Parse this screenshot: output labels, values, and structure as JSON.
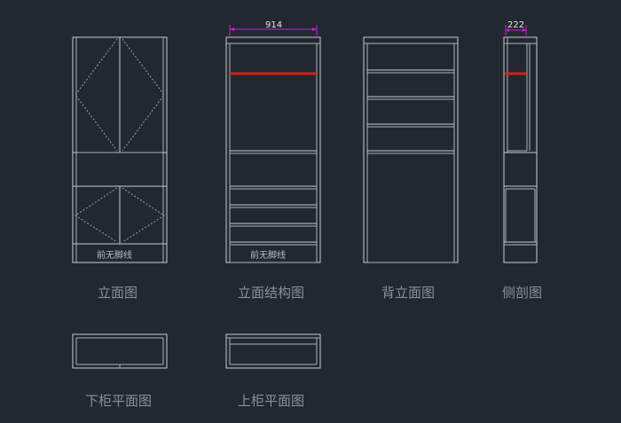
{
  "titles": {
    "front_elevation": "立面图",
    "front_structure": "立面结构图",
    "back_elevation": "背立面图",
    "side_section": "侧剖图",
    "lower_plan": "下柜平面图",
    "upper_plan": "上柜平面图"
  },
  "notes": {
    "no_kickboard_front": "前无脚线",
    "no_kickboard_structure": "前无脚线"
  },
  "dimensions": {
    "cabinet_width": "914",
    "cabinet_depth": "222"
  },
  "colors": {
    "background": "#212830",
    "linework": "#c9ccd0",
    "hanging_rail": "#d81e1e",
    "dimension": "#d21fd2",
    "title_text": "#8b9096"
  }
}
